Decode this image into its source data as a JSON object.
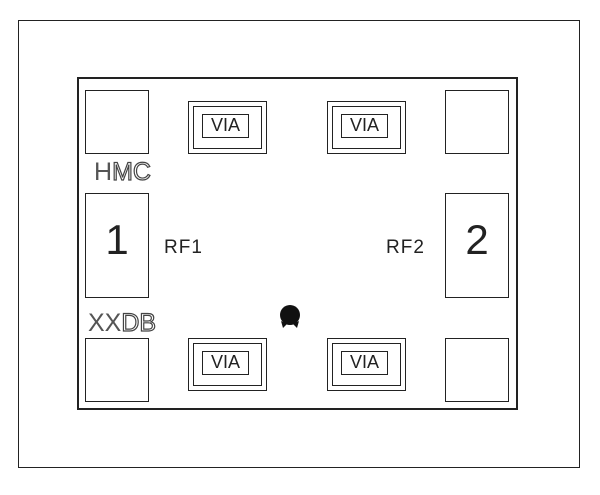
{
  "pads": {
    "via_label": "VIA",
    "port1_number": "1",
    "port2_number": "2"
  },
  "labels": {
    "rf1": "RF1",
    "rf2": "RF2"
  },
  "markings": {
    "top_bold": "H",
    "top_outline": "MC",
    "bottom_bold": "XX",
    "bottom_outline": "DB"
  },
  "colors": {
    "line": "#222222",
    "background": "#ffffff"
  }
}
